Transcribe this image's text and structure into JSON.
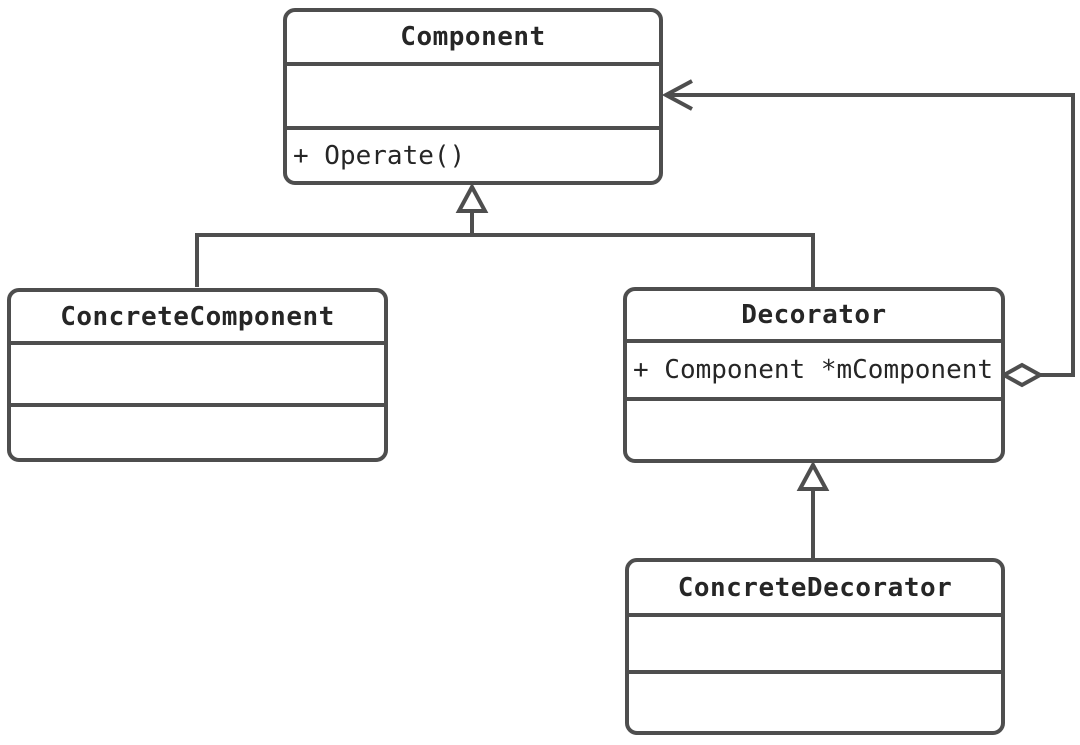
{
  "diagram": {
    "kind": "uml-class-diagram",
    "pattern": "Decorator"
  },
  "colors": {
    "line": "#4e4e4e",
    "text": "#262626",
    "background": "#ffffff"
  },
  "classes": {
    "component": {
      "name": "Component",
      "attributes": "",
      "methods": "+ Operate()"
    },
    "concrete_component": {
      "name": "ConcreteComponent",
      "attributes": "",
      "methods": ""
    },
    "decorator": {
      "name": "Decorator",
      "attributes": "+ Component *mComponent",
      "methods": ""
    },
    "concrete_decorator": {
      "name": "ConcreteDecorator",
      "attributes": "",
      "methods": ""
    }
  },
  "relationships": [
    {
      "type": "generalization",
      "from": "ConcreteComponent",
      "to": "Component",
      "marker": "hollow-triangle"
    },
    {
      "type": "generalization",
      "from": "Decorator",
      "to": "Component",
      "marker": "hollow-triangle"
    },
    {
      "type": "generalization",
      "from": "ConcreteDecorator",
      "to": "Decorator",
      "marker": "hollow-triangle"
    },
    {
      "type": "aggregation",
      "from": "Decorator",
      "to": "Component",
      "marker": "hollow-diamond",
      "arrowhead": "open-arrow"
    }
  ]
}
